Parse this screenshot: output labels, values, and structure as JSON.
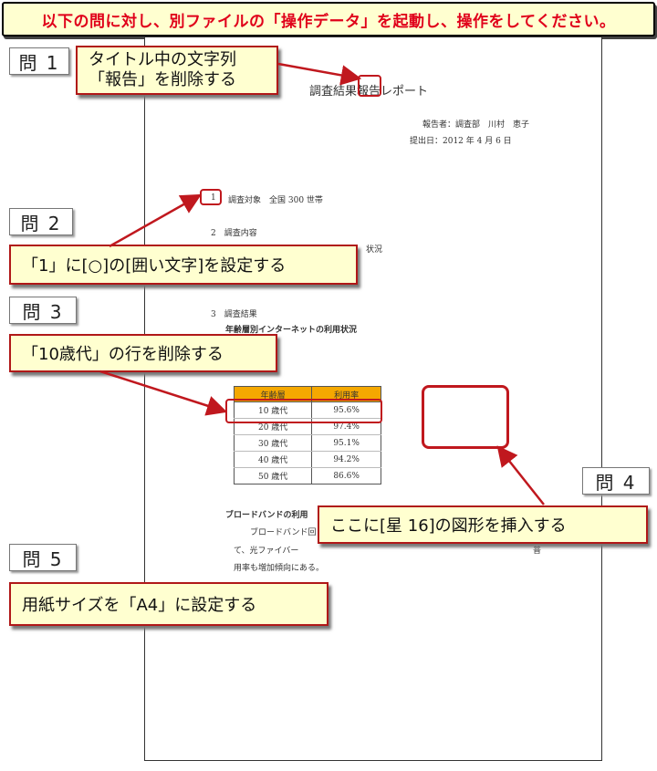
{
  "banner": {
    "text": "以下の問に対し、別ファイルの「操作データ」を起動し、操作をしてください。"
  },
  "document": {
    "title": "調査結果報告レポート",
    "author": "報告者：調査部　川村　恵子",
    "date": "提出日：2012 年 4 月 6 日",
    "section1_num": "1",
    "section1_text": "調査対象　全国 300 世帯",
    "section2": "2　調査内容",
    "section2_tail": "状況",
    "section3": "3　調査結果",
    "table_title": "年齢層別インターネットの利用状況",
    "table_headers": [
      "年齢層",
      "利用率"
    ],
    "table_rows": [
      [
        "10 歳代",
        "95.6%"
      ],
      [
        "20 歳代",
        "97.4%"
      ],
      [
        "30 歳代",
        "95.1%"
      ],
      [
        "40 歳代",
        "94.2%"
      ],
      [
        "50 歳代",
        "86.6%"
      ]
    ],
    "broadband_heading": "ブロードバンドの利用",
    "para_line1": "ブロードバンド回",
    "para_line2_a": "て、光ファイバー",
    "para_line2_b": "普",
    "para_line3": "用率も増加傾向にある。"
  },
  "questions": [
    {
      "label": "問 1",
      "line1": "タイトル中の文字列",
      "line2": "「報告」を削除する"
    },
    {
      "label": "問 2",
      "text": "「1」に[○]の[囲い文字]を設定する"
    },
    {
      "label": "問 3",
      "text": "「10歳代」の行を削除する"
    },
    {
      "label": "問 4",
      "text": "ここに[星 16]の図形を挿入する"
    },
    {
      "label": "問 5",
      "text": "用紙サイズを「A4」に設定する"
    }
  ],
  "colors": {
    "banner_text": "#e0001a",
    "callout_bg": "#ffffd0",
    "callout_border": "#b01818",
    "table_header": "#f5a800"
  }
}
